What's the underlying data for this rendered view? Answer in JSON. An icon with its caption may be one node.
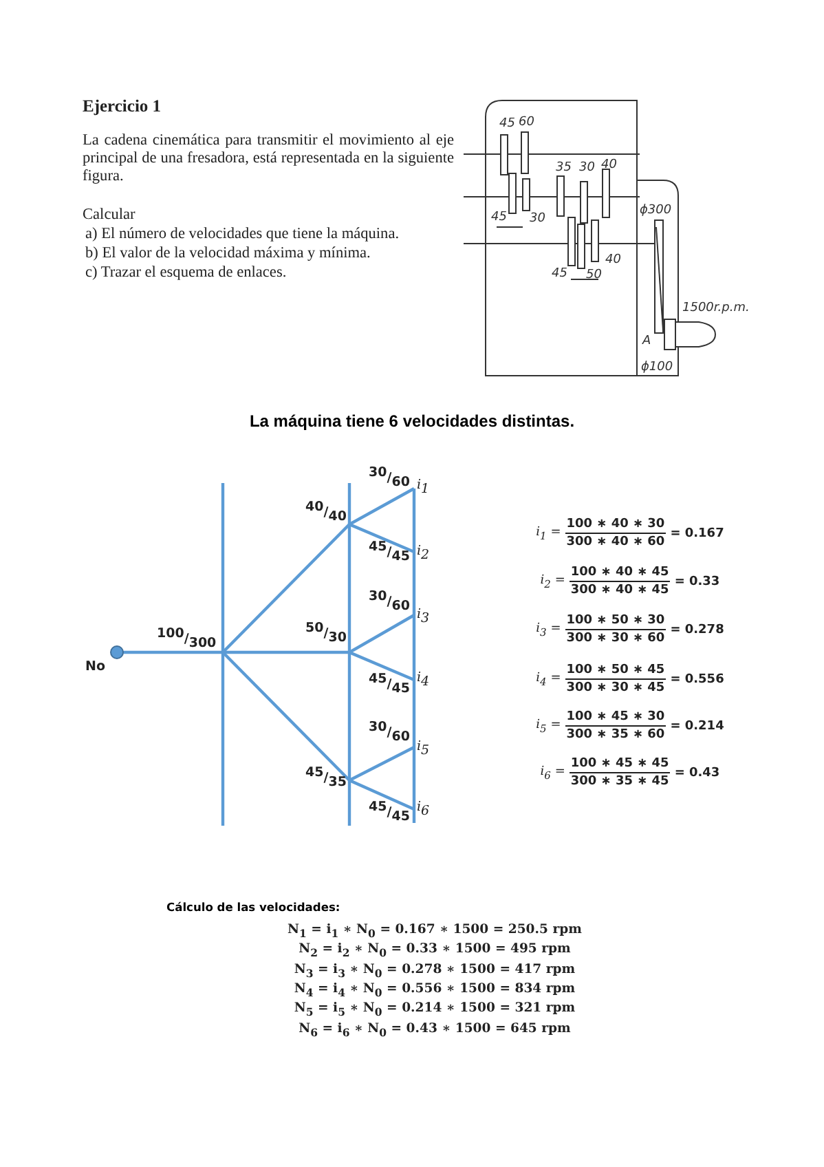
{
  "diagram": {
    "title": "Ejercicio 1",
    "labels": [
      "La cadena cinemática para transmitir el movimiento al eje principal de una fresadora, está representada en la siguiente figura.",
      "Calcular",
      "a) El número de velocidades que tiene la máquina.",
      "b) El valor de la velocidad máxima y mínima.",
      "c) Trazar el esquema de enlaces.",
      "45",
      "60",
      "35",
      "30",
      "40",
      "ϕ300",
      "45",
      "30",
      "40",
      "45",
      "50",
      "1500r.p.m.",
      "A",
      "ϕ100",
      "La máquina tiene 6 velocidades distintas.",
      "$^{30}$/$_{60}$",
      "i$_{1}$",
      "$^{40}$/$_{40}$",
      "$^{45}$/$_{45}$",
      "i$_{2}$",
      "$^{30}$/$_{60}$",
      "i$_{3}$",
      "$^{100}$/$_{300}$",
      "$^{50}$/$_{30}$",
      "No",
      "$^{45}$/$_{45}$",
      "i$_{4}$",
      "$^{30}$/$_{60}$",
      "i$_{5}$",
      "$^{45}$/$_{35}$",
      "$^{45}$/$_{45}$",
      "i$_{6}$",
      "i$_{1}$ =",
      "100 ∗ 40 ∗ 30",
      "300 ∗ 40 ∗ 60",
      "= 0.167",
      "i$_{2}$ =",
      "100 ∗ 40 ∗ 45",
      "300 ∗ 40 ∗ 45",
      "= 0.33",
      "i$_{3}$ =",
      "100 ∗ 50 ∗ 30",
      "300 ∗ 30 ∗ 60",
      "= 0.278",
      "i$_{4}$ =",
      "100 ∗ 50 ∗ 45",
      "300 ∗ 30 ∗ 45",
      "= 0.556",
      "i$_{5}$ =",
      "100 ∗ 45 ∗ 30",
      "300 ∗ 35 ∗ 60",
      "= 0.214",
      "i$_{6}$ =",
      "100 ∗ 45 ∗ 45",
      "300 ∗ 35 ∗ 45",
      "= 0.43",
      "Cálculo de las velocidades:",
      "N$_{1}$ = i$_{1}$ ∗ N$_{0}$ = 0.167 ∗ 1500 = 250.5 rpm",
      "N$_{2}$ = i$_{2}$ ∗ N$_{0}$ = 0.33 ∗ 1500 = 495 rpm",
      "N$_{3}$ = i$_{3}$ ∗ N$_{0}$ = 0.278 ∗ 1500 = 417 rpm",
      "N$_{4}$ = i$_{4}$ ∗ N$_{0}$ = 0.556 ∗ 1500 = 834 rpm",
      "N$_{5}$ = i$_{5}$ ∗ N$_{0}$ = 0.214 ∗ 1500 = 321 rpm",
      "N$_{6}$ = i$_{6}$ ∗ N$_{0}$ = 0.43 ∗ 1500 = 645 rpm"
    ]
  }
}
